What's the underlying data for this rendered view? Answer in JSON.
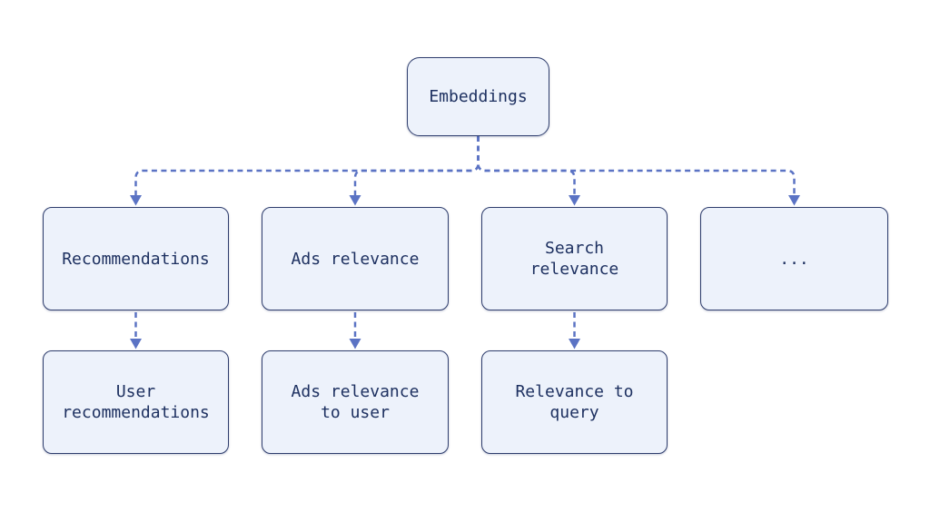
{
  "diagram": {
    "root": {
      "label": "Embeddings"
    },
    "level1": [
      {
        "label": "Recommendations"
      },
      {
        "label": "Ads relevance"
      },
      {
        "label": "Search relevance"
      },
      {
        "label": "..."
      }
    ],
    "level2": [
      {
        "label": "User recommendations"
      },
      {
        "label": "Ads relevance to user"
      },
      {
        "label": "Relevance to query"
      }
    ],
    "colors": {
      "background": "#ffffff",
      "box_fill": "#edf2fb",
      "box_border": "#2e3d6d",
      "text": "#1d3060",
      "connector": "#5b73c4"
    }
  }
}
